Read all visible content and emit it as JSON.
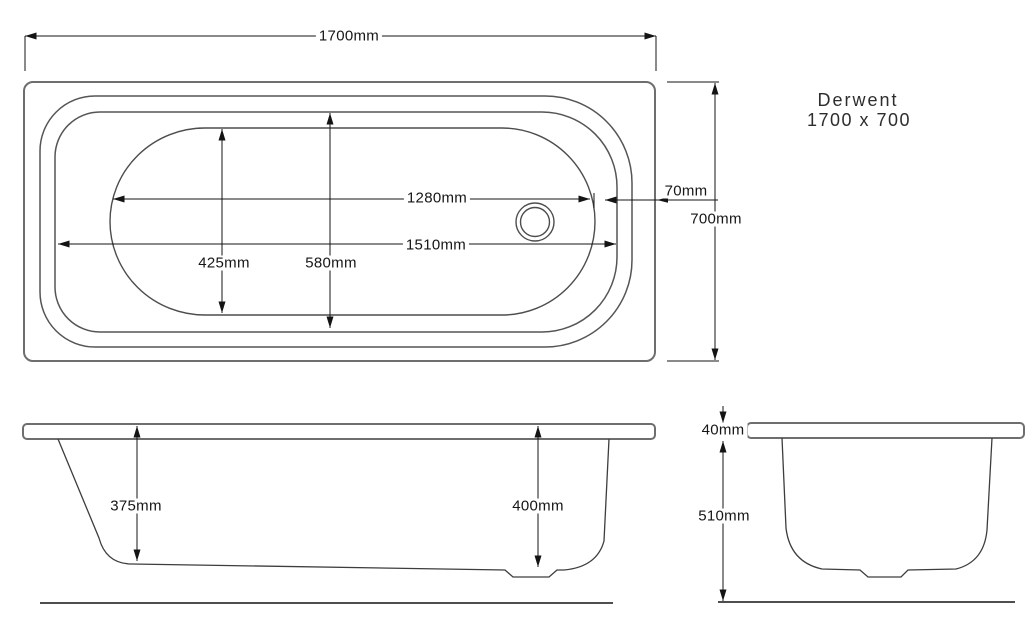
{
  "title": {
    "product_name": "Derwent",
    "product_size": "1700 x 700"
  },
  "dimensions": {
    "overall_length": "1700mm",
    "overall_width": "700mm",
    "rim_edge_offset": "70mm",
    "basin_floor_length": "1280mm",
    "basin_rim_length": "1510mm",
    "basin_floor_width": "425mm",
    "basin_rim_width": "580mm",
    "internal_depth_head_end": "375mm",
    "internal_depth_drain_end": "400mm",
    "rim_thickness": "40mm",
    "height_below_rim": "510mm"
  },
  "colors": {
    "dimension_line": "#141414",
    "shape_outline": "#5f5f5f",
    "background": "#ffffff"
  },
  "icons": {
    "drain": "drain-waste-circle"
  }
}
